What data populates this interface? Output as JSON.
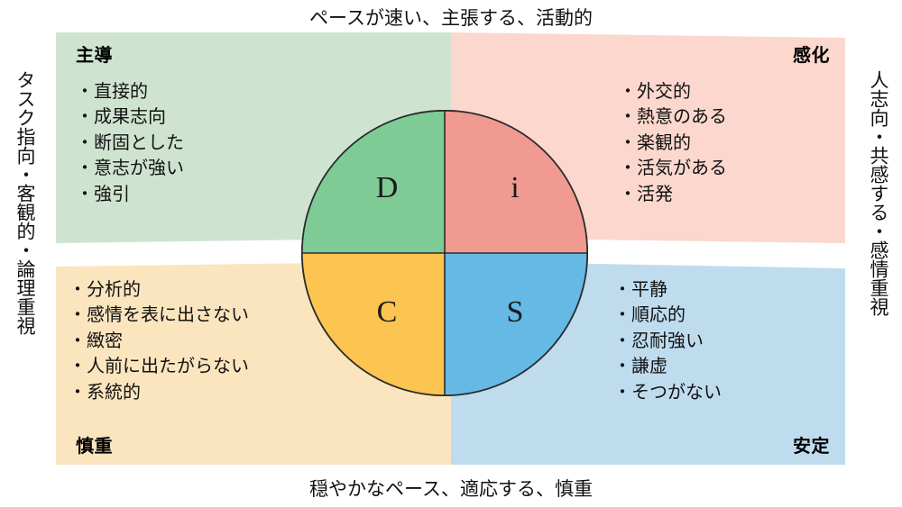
{
  "axes": {
    "top": "ペースが速い、主張する、活動的",
    "bottom": "穏やかなペース、適応する、慎重",
    "left": "タスク指向・客観的・論理重視",
    "right": "人志向・共感する・感情重視"
  },
  "quadrants": {
    "d": {
      "letter": "D",
      "corner_label": "主導",
      "traits": [
        "直接的",
        "成果志向",
        "断固とした",
        "意志が強い",
        "強引"
      ],
      "panel_color": "#cfe4d0",
      "circle_color": "#7ecb96"
    },
    "i": {
      "letter": "i",
      "corner_label": "感化",
      "traits": [
        "外交的",
        "熱意のある",
        "楽観的",
        "活気がある",
        "活発"
      ],
      "panel_color": "#fbd7cd",
      "circle_color": "#f09a91"
    },
    "c": {
      "letter": "C",
      "corner_label": "慎重",
      "traits": [
        "分析的",
        "感情を表に出さない",
        "緻密",
        "人前に出たがらない",
        "系統的"
      ],
      "panel_color": "#fbe5bf",
      "circle_color": "#fcc450"
    },
    "s": {
      "letter": "S",
      "corner_label": "安定",
      "traits": [
        "平静",
        "順応的",
        "忍耐強い",
        "謙虚",
        "そつがない"
      ],
      "panel_color": "#bfdcef",
      "circle_color": "#65b9e4"
    }
  },
  "colors": {
    "outline": "#2b2b2b",
    "background": "#ffffff"
  }
}
